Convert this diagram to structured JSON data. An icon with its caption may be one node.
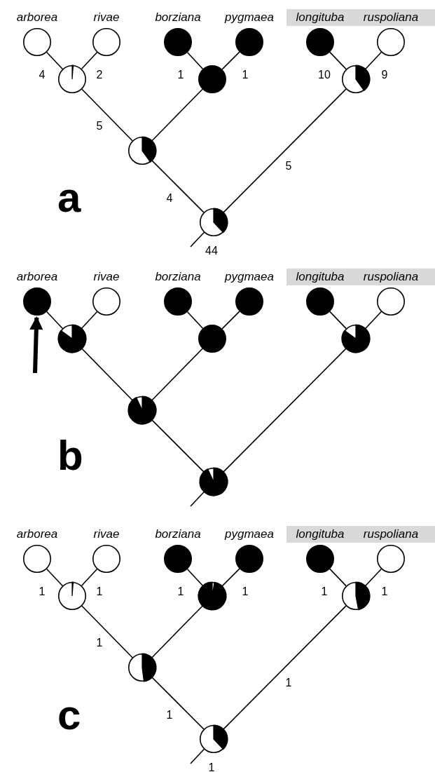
{
  "diagram": {
    "nodes": [
      {
        "text": [
          "arborea"
        ]
      },
      {
        "text": [
          "rivae"
        ]
      },
      {
        "text": [
          "borziana"
        ]
      },
      {
        "text": [
          "pygmaea"
        ]
      },
      {
        "text": [
          "longituba"
        ]
      },
      {
        "text": [
          "ruspoliana"
        ]
      },
      {
        "text": [],
        "shape": "circle"
      },
      {
        "text": [],
        "shape": "circle"
      },
      {
        "text": [],
        "shape": "circle"
      },
      {
        "text": [],
        "shape": "circle"
      },
      {
        "text": [],
        "shape": "circle"
      },
      {
        "text": [
          "arborea"
        ]
      },
      {
        "text": [
          "rivae"
        ]
      },
      {
        "text": [
          "borziana"
        ]
      },
      {
        "text": [
          "pygmaea"
        ]
      },
      {
        "text": [
          "longituba"
        ]
      },
      {
        "text": [
          "ruspoliana"
        ]
      },
      {
        "text": [],
        "shape": "circle"
      },
      {
        "text": [],
        "shape": "circle"
      },
      {
        "text": [],
        "shape": "circle"
      },
      {
        "text": [],
        "shape": "circle"
      },
      {
        "text": [],
        "shape": "circle"
      },
      {
        "text": [
          "arborea"
        ]
      },
      {
        "text": [
          "rivae"
        ]
      },
      {
        "text": [
          "borziana"
        ]
      },
      {
        "text": [
          "pygmaea"
        ]
      },
      {
        "text": [
          "longituba"
        ]
      },
      {
        "text": [
          "ruspoliana"
        ]
      },
      {
        "text": [],
        "shape": "circle"
      },
      {
        "text": [],
        "shape": "circle"
      },
      {
        "text": [],
        "shape": "circle"
      },
      {
        "text": [],
        "shape": "circle"
      },
      {
        "text": [],
        "shape": "circle"
      }
    ],
    "edges": [
      {
        "from": 6,
        "to": 0,
        "arrow": "none",
        "label": "4"
      },
      {
        "from": 6,
        "to": 1,
        "arrow": "none",
        "label": "2"
      },
      {
        "from": 7,
        "to": 2,
        "arrow": "none",
        "label": "1"
      },
      {
        "from": 7,
        "to": 3,
        "arrow": "none",
        "label": "1"
      },
      {
        "from": 8,
        "to": 4,
        "arrow": "none",
        "label": "10"
      },
      {
        "from": 8,
        "to": 5,
        "arrow": "none",
        "label": "9"
      },
      {
        "from": 9,
        "to": 6,
        "arrow": "none",
        "label": "5"
      },
      {
        "from": 9,
        "to": 7,
        "arrow": "none"
      },
      {
        "from": 10,
        "to": 9,
        "arrow": "none",
        "label": "4"
      },
      {
        "from": 10,
        "to": 8,
        "arrow": "none",
        "label": "5"
      },
      {
        "from": null,
        "to": 10,
        "arrow": "none",
        "label": "44"
      },
      {
        "from": 17,
        "to": 11,
        "arrow": "none"
      },
      {
        "from": 17,
        "to": 12,
        "arrow": "none"
      },
      {
        "from": 18,
        "to": 13,
        "arrow": "none"
      },
      {
        "from": 18,
        "to": 14,
        "arrow": "none"
      },
      {
        "from": 19,
        "to": 15,
        "arrow": "none"
      },
      {
        "from": 19,
        "to": 16,
        "arrow": "none"
      },
      {
        "from": 20,
        "to": 17,
        "arrow": "none"
      },
      {
        "from": 20,
        "to": 18,
        "arrow": "none"
      },
      {
        "from": 21,
        "to": 20,
        "arrow": "none"
      },
      {
        "from": 21,
        "to": 19,
        "arrow": "none"
      },
      {
        "from": null,
        "to": 21,
        "arrow": "none"
      },
      {
        "from": null,
        "to": 11,
        "arrow": "to",
        "style": "thick"
      },
      {
        "from": 28,
        "to": 22,
        "arrow": "none",
        "label": "1"
      },
      {
        "from": 28,
        "to": 23,
        "arrow": "none",
        "label": "1"
      },
      {
        "from": 29,
        "to": 24,
        "arrow": "none",
        "label": "1"
      },
      {
        "from": 29,
        "to": 25,
        "arrow": "none",
        "label": "1"
      },
      {
        "from": 30,
        "to": 26,
        "arrow": "none",
        "label": "1"
      },
      {
        "from": 30,
        "to": 27,
        "arrow": "none",
        "label": "1"
      },
      {
        "from": 31,
        "to": 28,
        "arrow": "none",
        "label": "1"
      },
      {
        "from": 31,
        "to": 29,
        "arrow": "none"
      },
      {
        "from": 32,
        "to": 31,
        "arrow": "none",
        "label": "1"
      },
      {
        "from": 32,
        "to": 30,
        "arrow": "none",
        "label": "1"
      },
      {
        "from": null,
        "to": 32,
        "arrow": "none",
        "label": "1"
      }
    ],
    "labels": [
      "a",
      "b",
      "c"
    ]
  }
}
